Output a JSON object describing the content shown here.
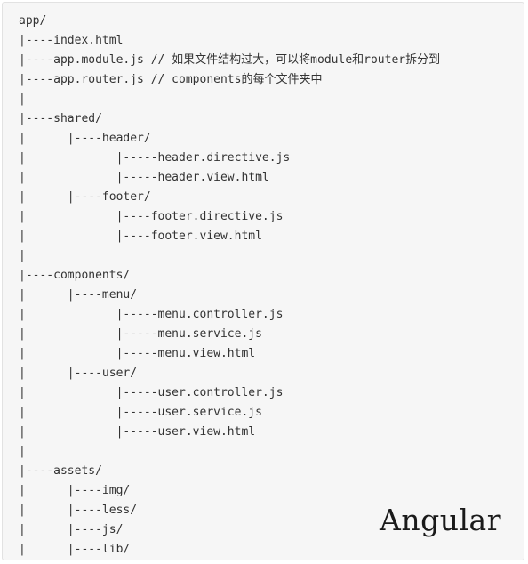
{
  "code": {
    "lines": [
      "app/",
      "|----index.html",
      "|----app.module.js // 如果文件结构过大，可以将module和router拆分到",
      "|----app.router.js // components的每个文件夹中",
      "|",
      "|----shared/",
      "|      |----header/",
      "|             |-----header.directive.js",
      "|             |-----header.view.html",
      "|      |----footer/",
      "|             |----footer.directive.js",
      "|             |----footer.view.html",
      "|",
      "|----components/",
      "|      |----menu/",
      "|             |-----menu.controller.js",
      "|             |-----menu.service.js",
      "|             |-----menu.view.html",
      "|      |----user/",
      "|             |-----user.controller.js",
      "|             |-----user.service.js",
      "|             |-----user.view.html",
      "|",
      "|----assets/",
      "|      |----img/",
      "|      |----less/",
      "|      |----js/",
      "|      |----lib/"
    ]
  },
  "watermark": {
    "text": "Angular"
  }
}
